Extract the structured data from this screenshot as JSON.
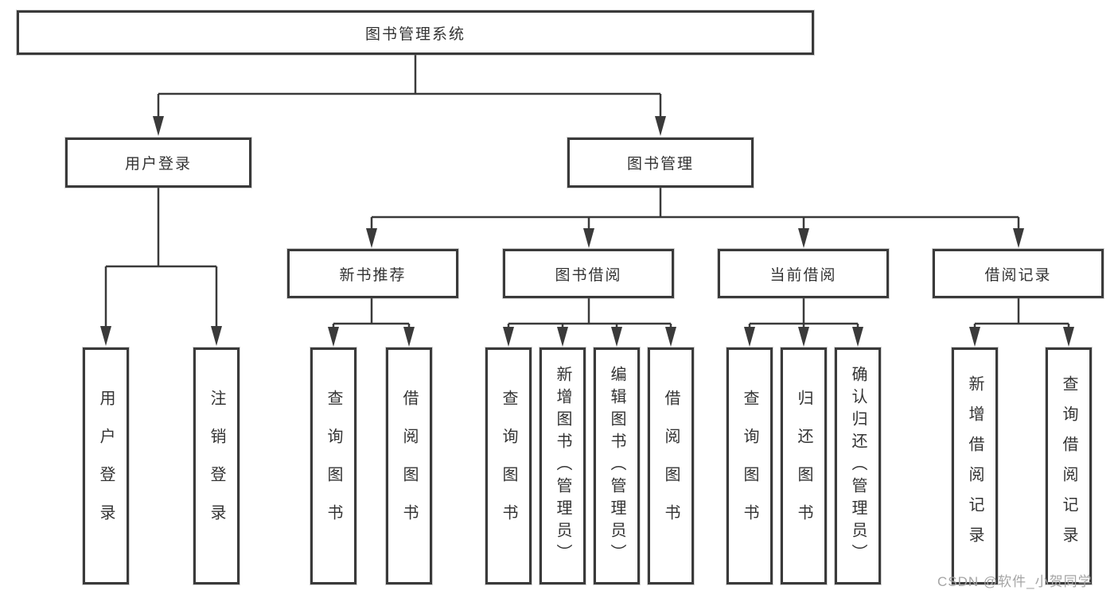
{
  "diagram": {
    "title": "图书管理系统",
    "colors": {
      "line": "#3a3a3a",
      "box_border": "#3a3a3a",
      "text": "#333333",
      "background": "#ffffff",
      "watermark": "#a5a5a5"
    },
    "root": {
      "label": "图书管理系统"
    },
    "level2": [
      {
        "label": "用户登录"
      },
      {
        "label": "图书管理"
      }
    ],
    "level3": [
      {
        "label": "新书推荐"
      },
      {
        "label": "图书借阅"
      },
      {
        "label": "当前借阅"
      },
      {
        "label": "借阅记录"
      }
    ],
    "leaves": {
      "user_login": [
        "用户登录",
        "注销登录"
      ],
      "new_book_recommend": [
        "查询图书",
        "借阅图书"
      ],
      "book_borrow": [
        "查询图书",
        "新增图书（管理员）",
        "编辑图书（管理员）",
        "借阅图书"
      ],
      "current_borrow": [
        "查询图书",
        "归还图书",
        "确认归还（管理员）"
      ],
      "borrow_records": [
        "新增借阅记录",
        "查询借阅记录"
      ]
    },
    "watermark": "CSDN @软件_小贺同学"
  }
}
